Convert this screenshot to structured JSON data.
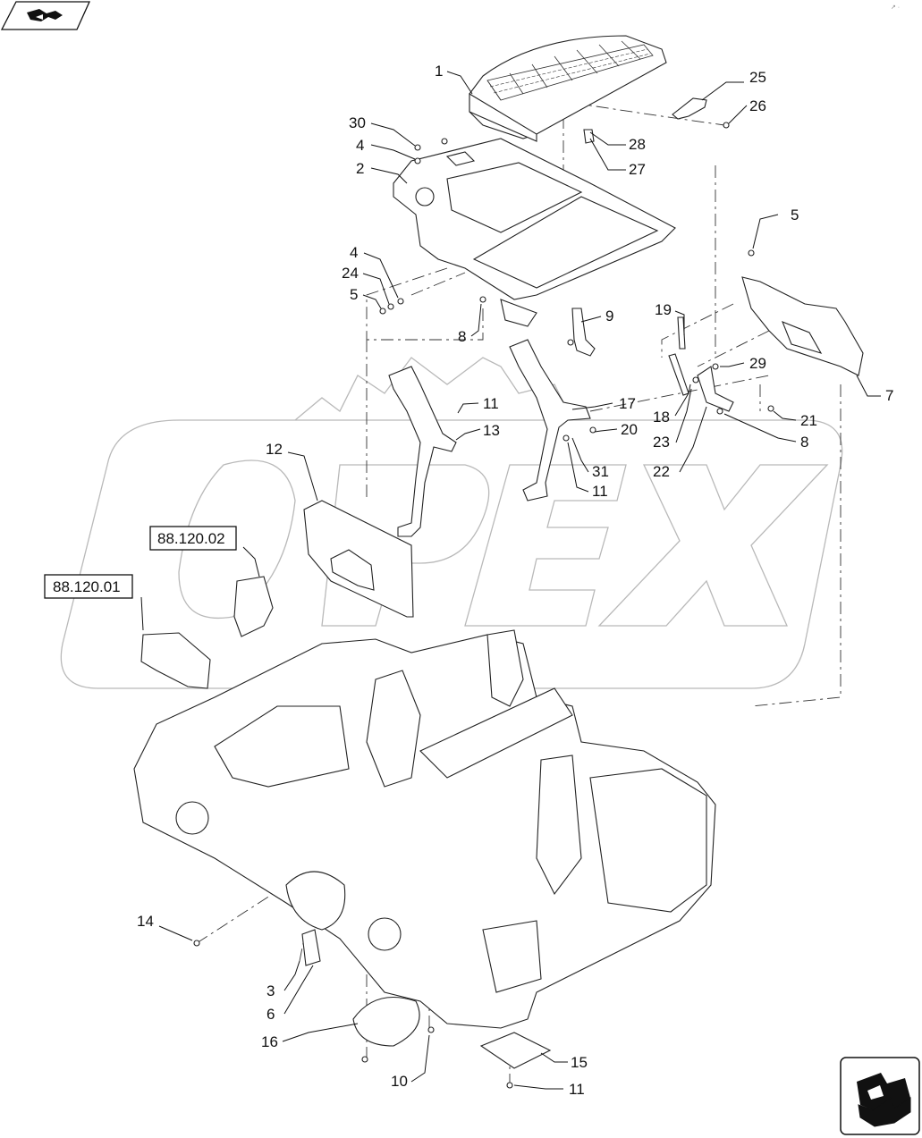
{
  "callouts": [
    {
      "id": "c1",
      "label": "1"
    },
    {
      "id": "c25",
      "label": "25"
    },
    {
      "id": "c26",
      "label": "26"
    },
    {
      "id": "c30",
      "label": "30"
    },
    {
      "id": "c4a",
      "label": "4"
    },
    {
      "id": "c2",
      "label": "2"
    },
    {
      "id": "c28",
      "label": "28"
    },
    {
      "id": "c27",
      "label": "27"
    },
    {
      "id": "c5a",
      "label": "5"
    },
    {
      "id": "c4b",
      "label": "4"
    },
    {
      "id": "c24",
      "label": "24"
    },
    {
      "id": "c5b",
      "label": "5"
    },
    {
      "id": "c9",
      "label": "9"
    },
    {
      "id": "c8a",
      "label": "8"
    },
    {
      "id": "c19",
      "label": "19"
    },
    {
      "id": "c29",
      "label": "29"
    },
    {
      "id": "c7",
      "label": "7"
    },
    {
      "id": "c11a",
      "label": "11"
    },
    {
      "id": "c13",
      "label": "13"
    },
    {
      "id": "c17",
      "label": "17"
    },
    {
      "id": "c18",
      "label": "18"
    },
    {
      "id": "c21",
      "label": "21"
    },
    {
      "id": "c20",
      "label": "20"
    },
    {
      "id": "c23",
      "label": "23"
    },
    {
      "id": "c8b",
      "label": "8"
    },
    {
      "id": "c12",
      "label": "12"
    },
    {
      "id": "c31",
      "label": "31"
    },
    {
      "id": "c11b",
      "label": "11"
    },
    {
      "id": "c22",
      "label": "22"
    },
    {
      "id": "c14",
      "label": "14"
    },
    {
      "id": "c3",
      "label": "3"
    },
    {
      "id": "c6",
      "label": "6"
    },
    {
      "id": "c16",
      "label": "16"
    },
    {
      "id": "c15",
      "label": "15"
    },
    {
      "id": "c10",
      "label": "10"
    },
    {
      "id": "c11c",
      "label": "11"
    }
  ],
  "references": [
    {
      "id": "ref1",
      "label": "88.120.02"
    },
    {
      "id": "ref2",
      "label": "88.120.01"
    }
  ],
  "watermark": "OPEX",
  "icons": {
    "top_left": "book-arrow-icon",
    "bottom_right": "next-page-arrow-icon",
    "top_right": "edge-marks"
  }
}
